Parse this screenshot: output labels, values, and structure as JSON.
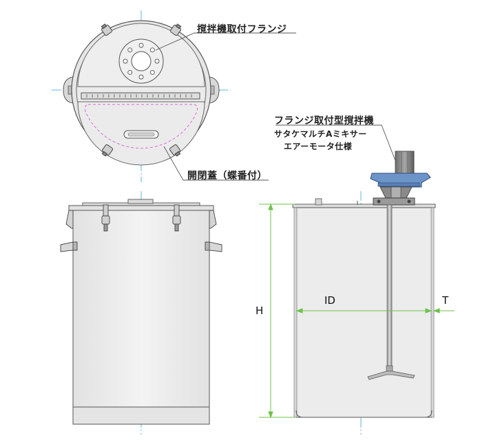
{
  "callouts": {
    "flange_top": "撹拌機取付フランジ",
    "lid": "開閉蓋（蝶番付）",
    "mixer_title": "フランジ取付型撹拌機",
    "mixer_line1": "サタケマルチAミキサー",
    "mixer_line2": "エアーモータ仕様"
  },
  "dimensions": {
    "height": "H",
    "inner_diameter": "ID",
    "thickness": "T"
  },
  "colors": {
    "outline": "#555555",
    "tank_fill": "#ececec",
    "centerline": "#5fb6d9",
    "dimension": "#6cc24a",
    "lid_dash": "#d96ad9",
    "mixer_blue": "#6d94c9"
  }
}
